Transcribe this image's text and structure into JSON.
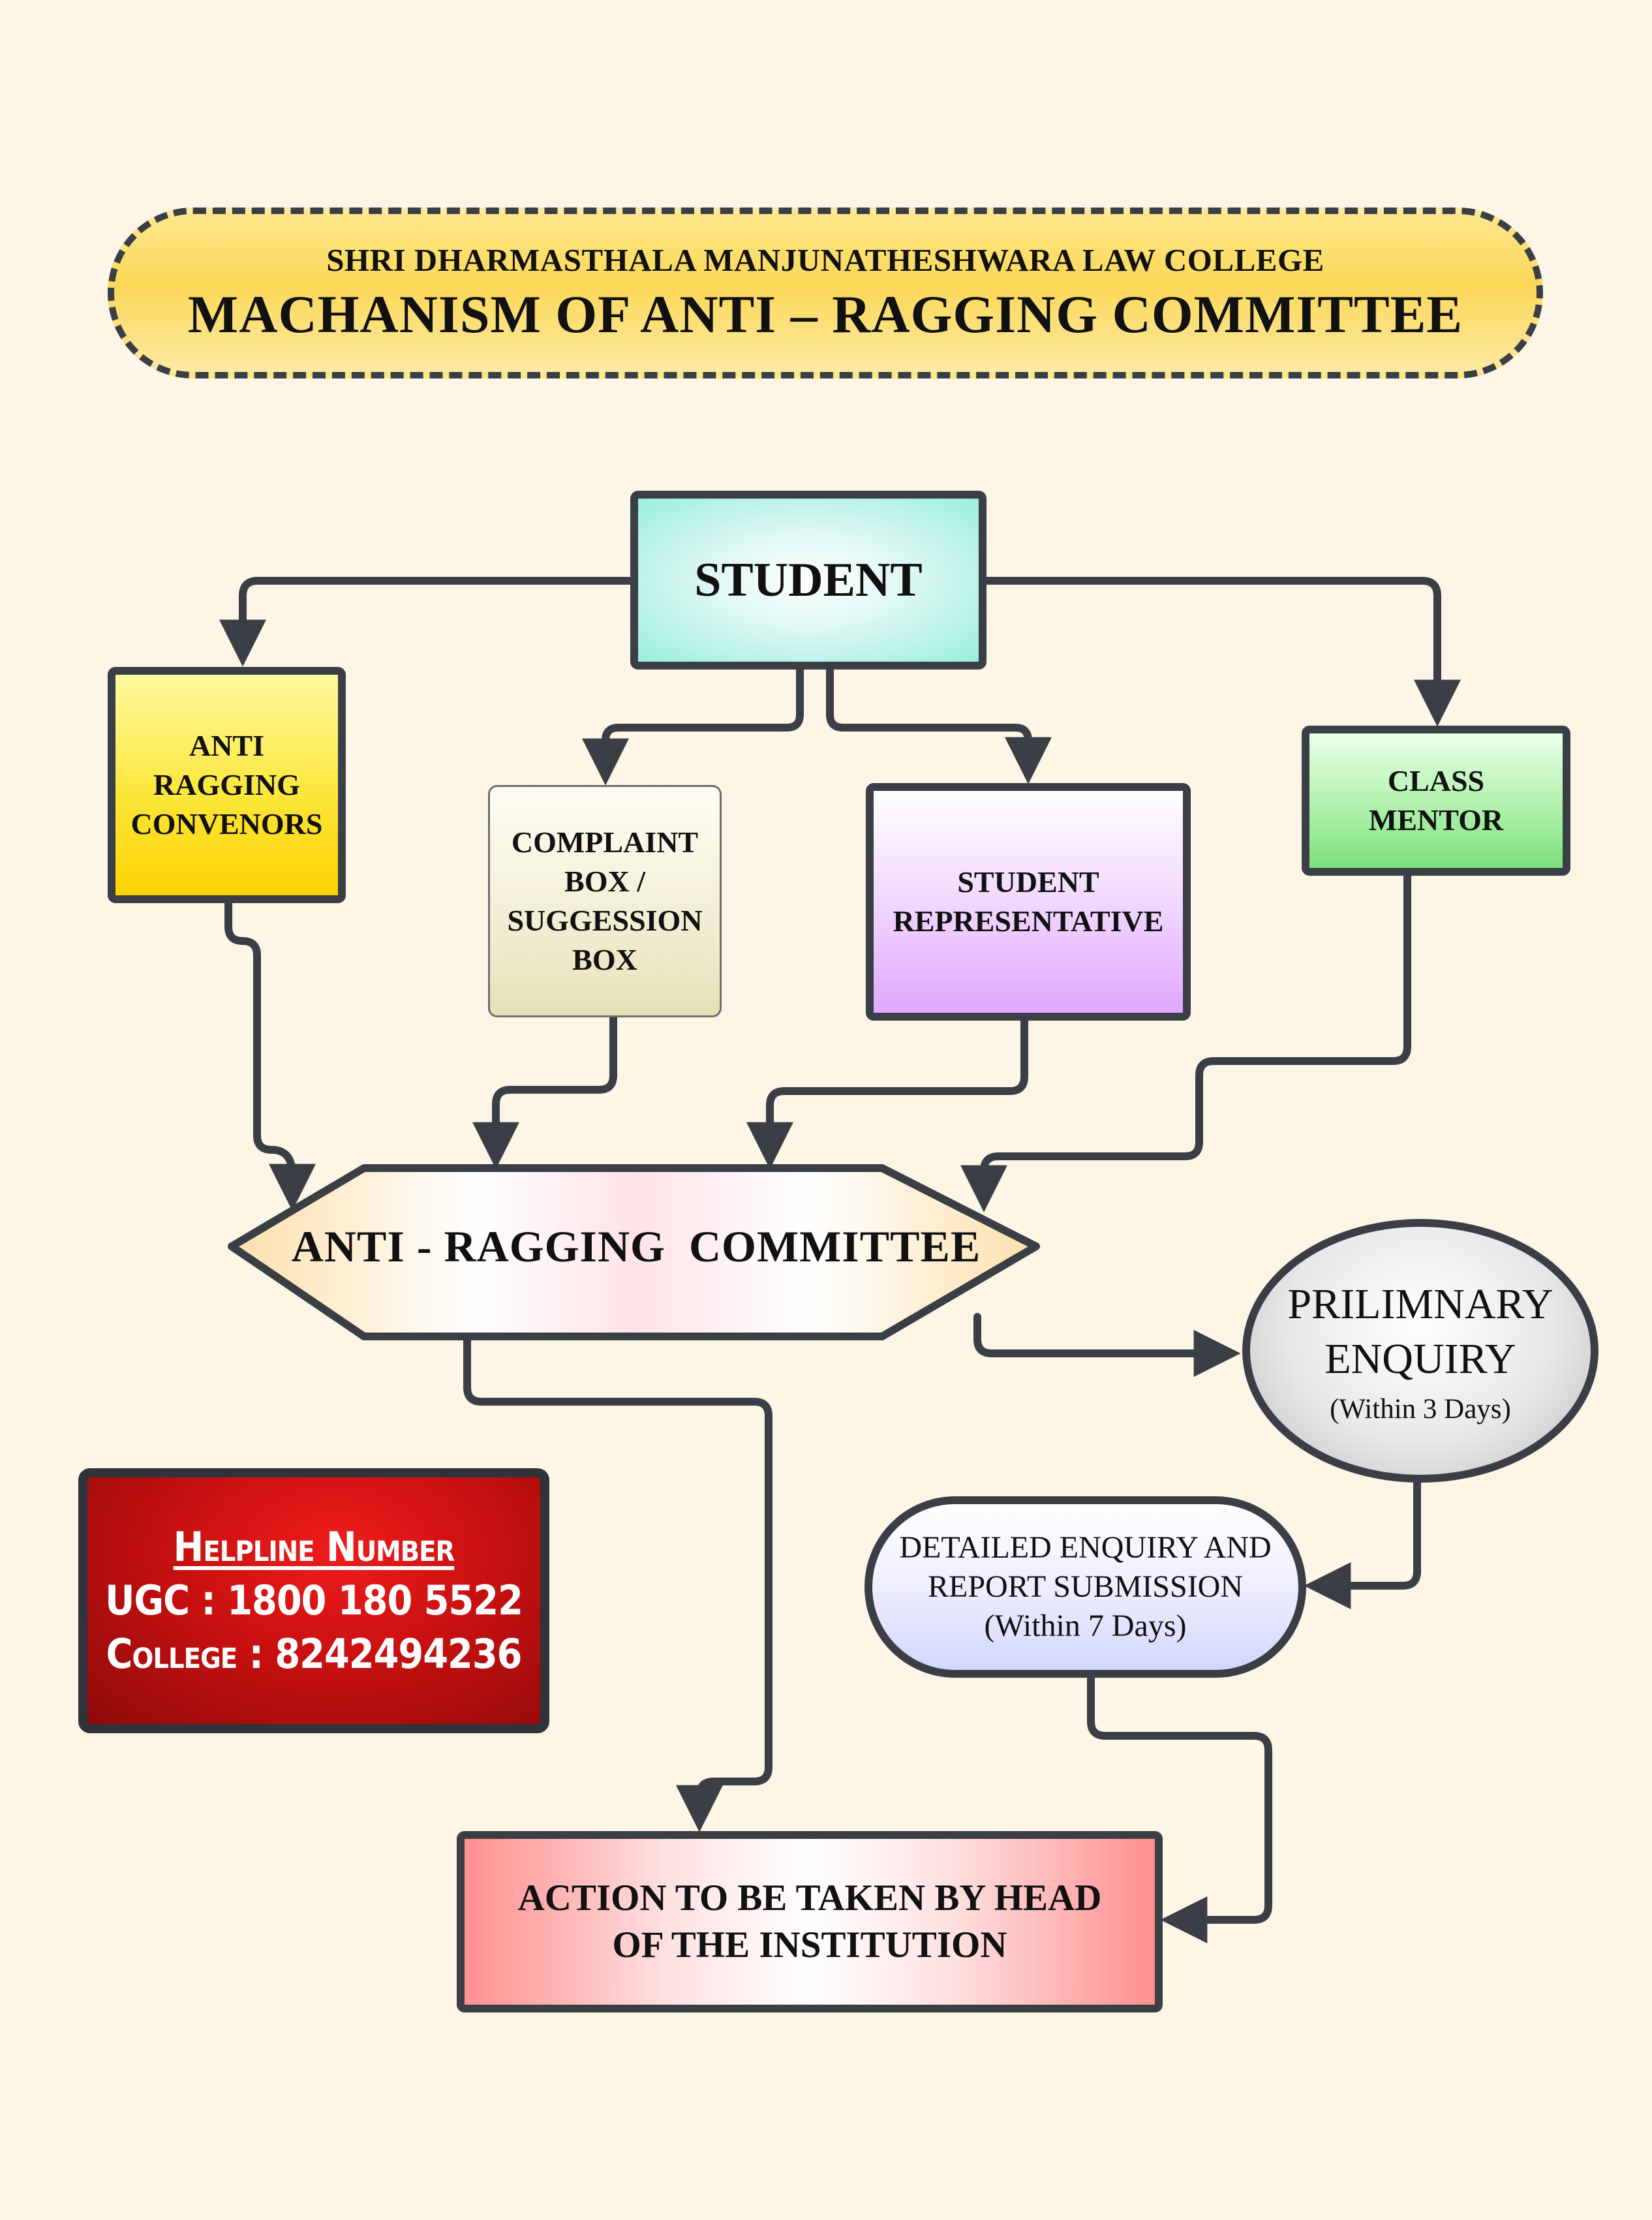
{
  "header": {
    "college_name": "SHRI DHARMASTHALA MANJUNATHESHWARA LAW COLLEGE",
    "chart_title": "MACHANISM OF ANTI – RAGGING COMMITTEE"
  },
  "nodes": {
    "student": "STUDENT",
    "convenors": [
      "ANTI",
      "RAGGING",
      "CONVENORS"
    ],
    "complaint_box": [
      "COMPLAINT",
      "BOX /",
      "SUGGESSION",
      "BOX"
    ],
    "student_representative": [
      "STUDENT",
      "REPRESENTATIVE"
    ],
    "class_mentor": [
      "CLASS",
      "MENTOR"
    ],
    "committee": "ANTI - RAGGING  COMMITTEE",
    "preliminary_enquiry": {
      "title": [
        "PRILIMNARY",
        "ENQUIRY"
      ],
      "duration": "(Within 3 Days)"
    },
    "detailed_enquiry": [
      "DETAILED ENQUIRY AND",
      "REPORT SUBMISSION",
      "(Within 7 Days)"
    ],
    "action": [
      "ACTION TO BE TAKEN BY HEAD",
      "OF THE INSTITUTION"
    ]
  },
  "helpline": {
    "title": "Helpline Number",
    "ugc": "UGC : 1800 180 5522",
    "college": "College : 8242494236"
  },
  "colors": {
    "background": "#fdf5e6",
    "connector": "#3a3f46",
    "helpline_red": "#c81010"
  }
}
